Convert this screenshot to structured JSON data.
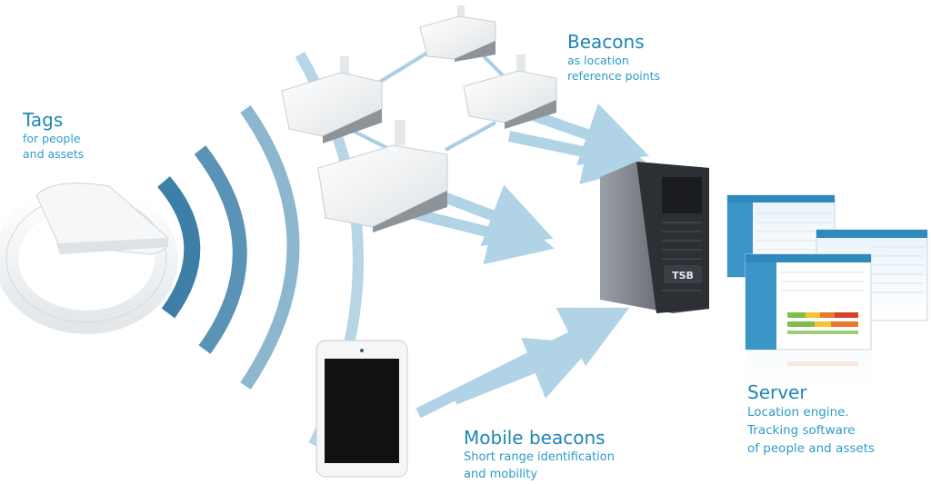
{
  "labels": {
    "tags": {
      "title": "Tags",
      "sub": [
        "for people",
        "and assets"
      ]
    },
    "beacons": {
      "title": "Beacons",
      "sub": [
        "as location",
        "reference points"
      ]
    },
    "mobile": {
      "title": "Mobile beacons",
      "sub": [
        "Short range identification",
        "and mobility"
      ]
    },
    "server": {
      "title": "Server",
      "sub": [
        "Location engine.",
        "Tracking software",
        "of people and assets"
      ]
    }
  },
  "server_brand": "TSB",
  "colors": {
    "accent": "#1f86b4",
    "wave_dark": "#3d7fa6",
    "wave_light": "#b8d5e6",
    "arrow": "#a9cfe4",
    "tablet_screen": "#111111"
  }
}
